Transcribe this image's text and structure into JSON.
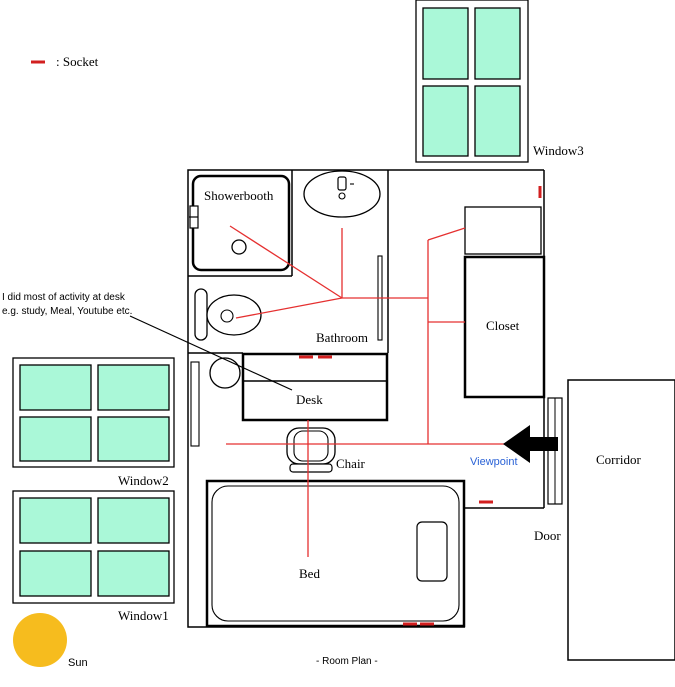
{
  "legend": {
    "text": ": Socket",
    "color": "#d21f1f"
  },
  "rooms": {
    "showerbooth": "Showerbooth",
    "bathroom": "Bathroom",
    "closet": "Closet",
    "desk": "Desk",
    "chair": "Chair",
    "bed": "Bed",
    "corridor": "Corridor",
    "door": "Door"
  },
  "windows": {
    "window1": "Window1",
    "window2": "Window2",
    "window3": "Window3"
  },
  "annotation": {
    "line1": "I did most of activity at desk",
    "line2": "e.g. study, Meal, Youtube etc."
  },
  "viewpoint": {
    "label": "Viewpoint",
    "color": "#2a62d6"
  },
  "sun": {
    "label": "Sun",
    "color": "#f6bc1e"
  },
  "caption": "- Room Plan -",
  "colors": {
    "glass": "#aaf8d8",
    "line": "#e53030"
  }
}
